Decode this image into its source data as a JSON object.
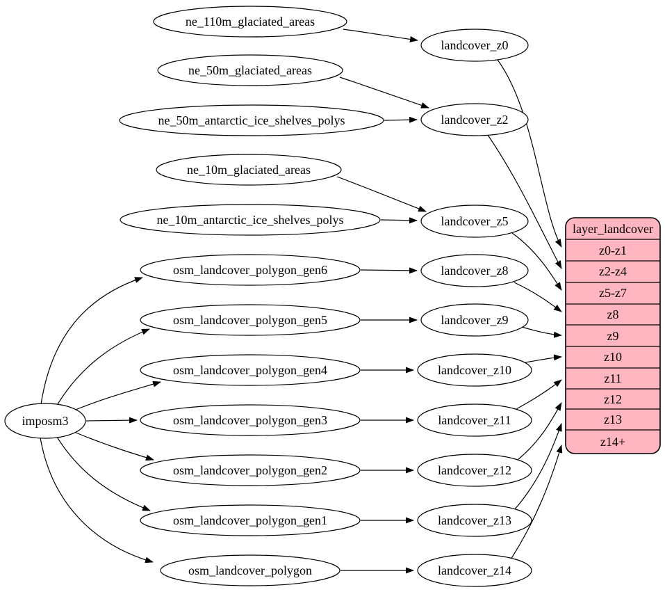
{
  "diagram": {
    "kind": "graphviz-dependency-graph",
    "colors": {
      "background": "#ffffff",
      "node_fill": "#ffffff",
      "node_stroke": "#000000",
      "edge": "#000000",
      "table_fill": "#ffb6c1",
      "table_stroke": "#000000",
      "text": "#000000"
    }
  },
  "nodes": {
    "imposm3": "imposm3",
    "ne_110m_glaciated_areas": "ne_110m_glaciated_areas",
    "ne_50m_glaciated_areas": "ne_50m_glaciated_areas",
    "ne_50m_antarctic_ice_shelves_polys": "ne_50m_antarctic_ice_shelves_polys",
    "ne_10m_glaciated_areas": "ne_10m_glaciated_areas",
    "ne_10m_antarctic_ice_shelves_polys": "ne_10m_antarctic_ice_shelves_polys",
    "osm_landcover_polygon_gen6": "osm_landcover_polygon_gen6",
    "osm_landcover_polygon_gen5": "osm_landcover_polygon_gen5",
    "osm_landcover_polygon_gen4": "osm_landcover_polygon_gen4",
    "osm_landcover_polygon_gen3": "osm_landcover_polygon_gen3",
    "osm_landcover_polygon_gen2": "osm_landcover_polygon_gen2",
    "osm_landcover_polygon_gen1": "osm_landcover_polygon_gen1",
    "osm_landcover_polygon": "osm_landcover_polygon",
    "landcover_z0": "landcover_z0",
    "landcover_z2": "landcover_z2",
    "landcover_z5": "landcover_z5",
    "landcover_z8": "landcover_z8",
    "landcover_z9": "landcover_z9",
    "landcover_z10": "landcover_z10",
    "landcover_z11": "landcover_z11",
    "landcover_z12": "landcover_z12",
    "landcover_z13": "landcover_z13",
    "landcover_z14": "landcover_z14"
  },
  "table": {
    "title": "layer_landcover",
    "rows": [
      "z0-z1",
      "z2-z4",
      "z5-z7",
      "z8",
      "z9",
      "z10",
      "z11",
      "z12",
      "z13",
      "z14+"
    ]
  },
  "edges": [
    {
      "from": "ne_110m_glaciated_areas",
      "to": "landcover_z0"
    },
    {
      "from": "ne_50m_glaciated_areas",
      "to": "landcover_z2"
    },
    {
      "from": "ne_50m_antarctic_ice_shelves_polys",
      "to": "landcover_z2"
    },
    {
      "from": "ne_10m_glaciated_areas",
      "to": "landcover_z5"
    },
    {
      "from": "ne_10m_antarctic_ice_shelves_polys",
      "to": "landcover_z5"
    },
    {
      "from": "osm_landcover_polygon_gen6",
      "to": "landcover_z8"
    },
    {
      "from": "osm_landcover_polygon_gen5",
      "to": "landcover_z9"
    },
    {
      "from": "osm_landcover_polygon_gen4",
      "to": "landcover_z10"
    },
    {
      "from": "osm_landcover_polygon_gen3",
      "to": "landcover_z11"
    },
    {
      "from": "osm_landcover_polygon_gen2",
      "to": "landcover_z12"
    },
    {
      "from": "osm_landcover_polygon_gen1",
      "to": "landcover_z13"
    },
    {
      "from": "osm_landcover_polygon",
      "to": "landcover_z14"
    },
    {
      "from": "imposm3",
      "to": "osm_landcover_polygon_gen6"
    },
    {
      "from": "imposm3",
      "to": "osm_landcover_polygon_gen5"
    },
    {
      "from": "imposm3",
      "to": "osm_landcover_polygon_gen4"
    },
    {
      "from": "imposm3",
      "to": "osm_landcover_polygon_gen3"
    },
    {
      "from": "imposm3",
      "to": "osm_landcover_polygon_gen2"
    },
    {
      "from": "imposm3",
      "to": "osm_landcover_polygon_gen1"
    },
    {
      "from": "imposm3",
      "to": "osm_landcover_polygon"
    },
    {
      "from": "landcover_z0",
      "to": "layer_landcover:z0-z1"
    },
    {
      "from": "landcover_z2",
      "to": "layer_landcover:z2-z4"
    },
    {
      "from": "landcover_z5",
      "to": "layer_landcover:z5-z7"
    },
    {
      "from": "landcover_z8",
      "to": "layer_landcover:z8"
    },
    {
      "from": "landcover_z9",
      "to": "layer_landcover:z9"
    },
    {
      "from": "landcover_z10",
      "to": "layer_landcover:z10"
    },
    {
      "from": "landcover_z11",
      "to": "layer_landcover:z11"
    },
    {
      "from": "landcover_z12",
      "to": "layer_landcover:z12"
    },
    {
      "from": "landcover_z13",
      "to": "layer_landcover:z13"
    },
    {
      "from": "landcover_z14",
      "to": "layer_landcover:z14+"
    }
  ]
}
